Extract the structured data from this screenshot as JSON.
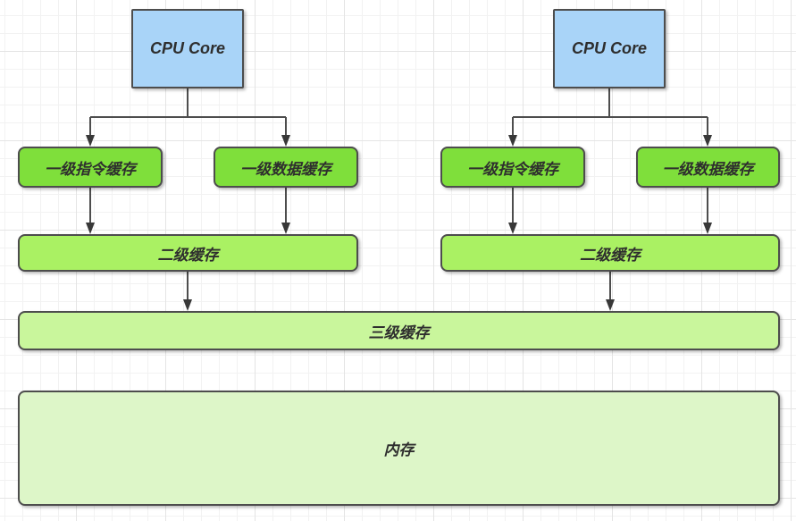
{
  "colors": {
    "canvas_bg": "#ffffff",
    "grid_minor": "#f2f2f2",
    "grid_major": "#e4e4e4",
    "cpu_fill": "#a9d4f8",
    "l1_fill": "#7fdf3b",
    "l2_fill": "#aaf163",
    "l3_fill": "#c9f69c",
    "memory_fill": "#ddf6c8",
    "node_stroke": "#4d4d4d",
    "connector": "#4d4d4d",
    "connector_head": "#383838",
    "text": "#2e2e2e"
  },
  "diagram": {
    "cpu_left": {
      "label": "CPU Core"
    },
    "cpu_right": {
      "label": "CPU Core"
    },
    "l1i_left": {
      "label": "一级指令缓存"
    },
    "l1d_left": {
      "label": "一级数据缓存"
    },
    "l1i_right": {
      "label": "一级指令缓存"
    },
    "l1d_right": {
      "label": "一级数据缓存"
    },
    "l2_left": {
      "label": "二级缓存"
    },
    "l2_right": {
      "label": "二级缓存"
    },
    "l3": {
      "label": "三级缓存"
    },
    "memory": {
      "label": "内存"
    }
  }
}
